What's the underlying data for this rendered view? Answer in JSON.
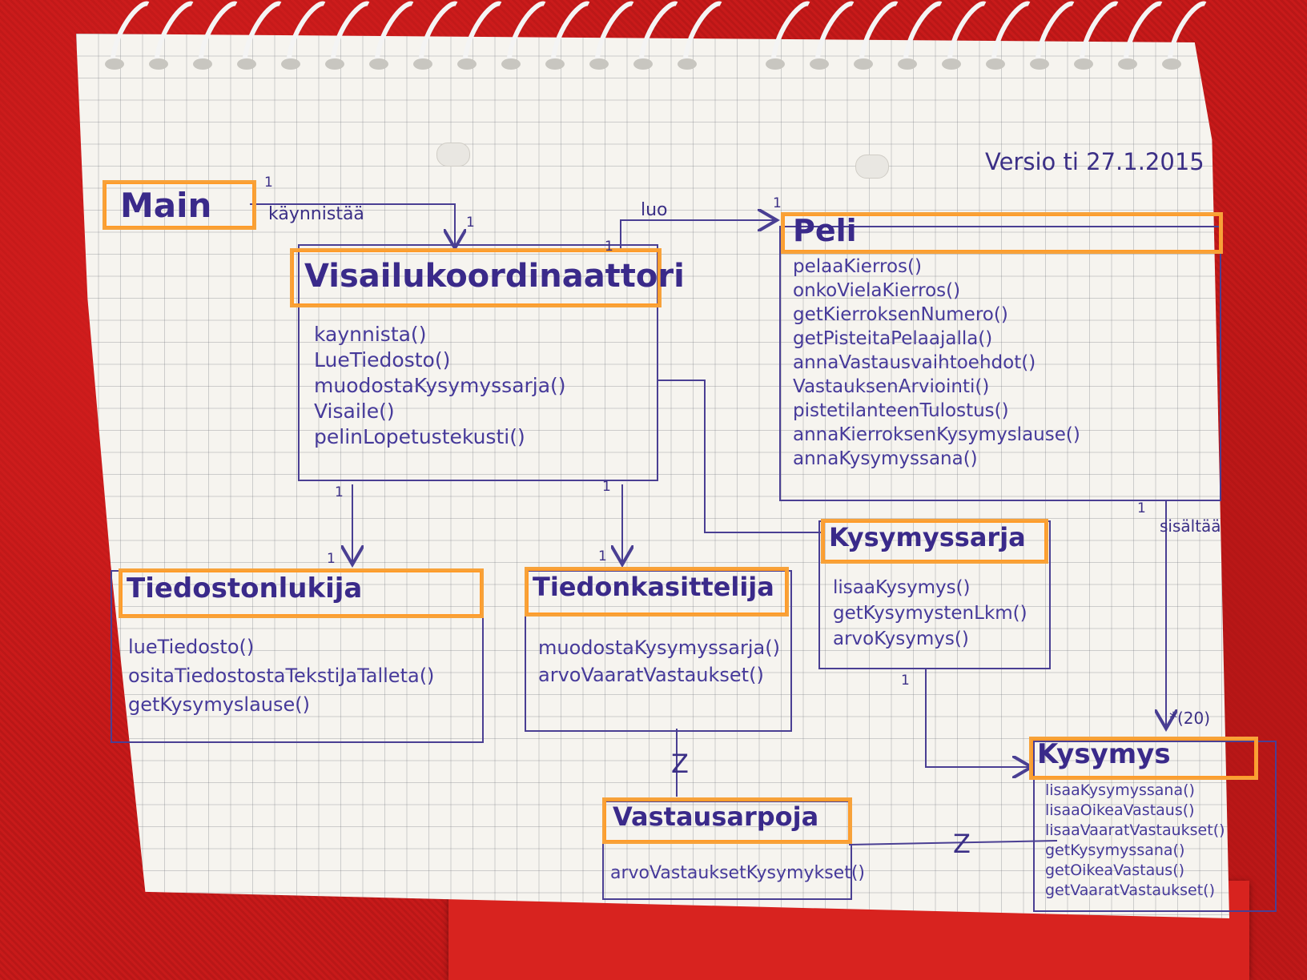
{
  "version_note": "Versio ti 27.1.2015",
  "classes": {
    "main": {
      "name": "Main",
      "methods": []
    },
    "visailu": {
      "name": "Visailukoordinaattori",
      "methods": [
        "kaynnista()",
        "LueTiedosto()",
        "muodostaKysymyssarja()",
        "Visaile()",
        "pelinLopetustekusti()"
      ]
    },
    "peli": {
      "name": "Peli",
      "methods": [
        "pelaaKierros()",
        "onkoVielaKierros()",
        "getKierroksenNumero()",
        "getPisteitaPelaajalla()",
        "annaVastausvaihtoehdot()",
        "VastauksenArviointi()",
        "pistetilanteenTulostus()",
        "annaKierroksenKysymyslause()",
        "annaKysymyssana()"
      ]
    },
    "kysymyssarja": {
      "name": "Kysymyssarja",
      "methods": [
        "lisaaKysymys()",
        "getKysymystenLkm()",
        "arvoKysymys()"
      ]
    },
    "tiedostonlukija": {
      "name": "Tiedostonlukija",
      "methods": [
        "lueTiedosto()",
        "ositaTiedostostaTekstiJaTalleta()",
        "getKysymyslause()"
      ]
    },
    "tiedonkasittelija": {
      "name": "Tiedonkasittelija",
      "methods": [
        "muodostaKysymyssarja()",
        "arvoVaaratVastaukset()"
      ]
    },
    "vastausarpoja": {
      "name": "Vastausarpoja",
      "methods": [
        "arvoVastauksetKysymykset()"
      ]
    },
    "kysymys": {
      "name": "Kysymys",
      "methods": [
        "lisaaKysymyssana()",
        "lisaaOikeaVastaus()",
        "lisaaVaaratVastaukset()",
        "getKysymyssana()",
        "getOikeaVastaus()",
        "getVaaratVastaukset()"
      ]
    }
  },
  "labels": {
    "kaynnistaa": "käynnistää",
    "luo": "luo",
    "sisaltaa": "sisältää",
    "one": "1",
    "many": "*(20)",
    "z": "Z"
  }
}
